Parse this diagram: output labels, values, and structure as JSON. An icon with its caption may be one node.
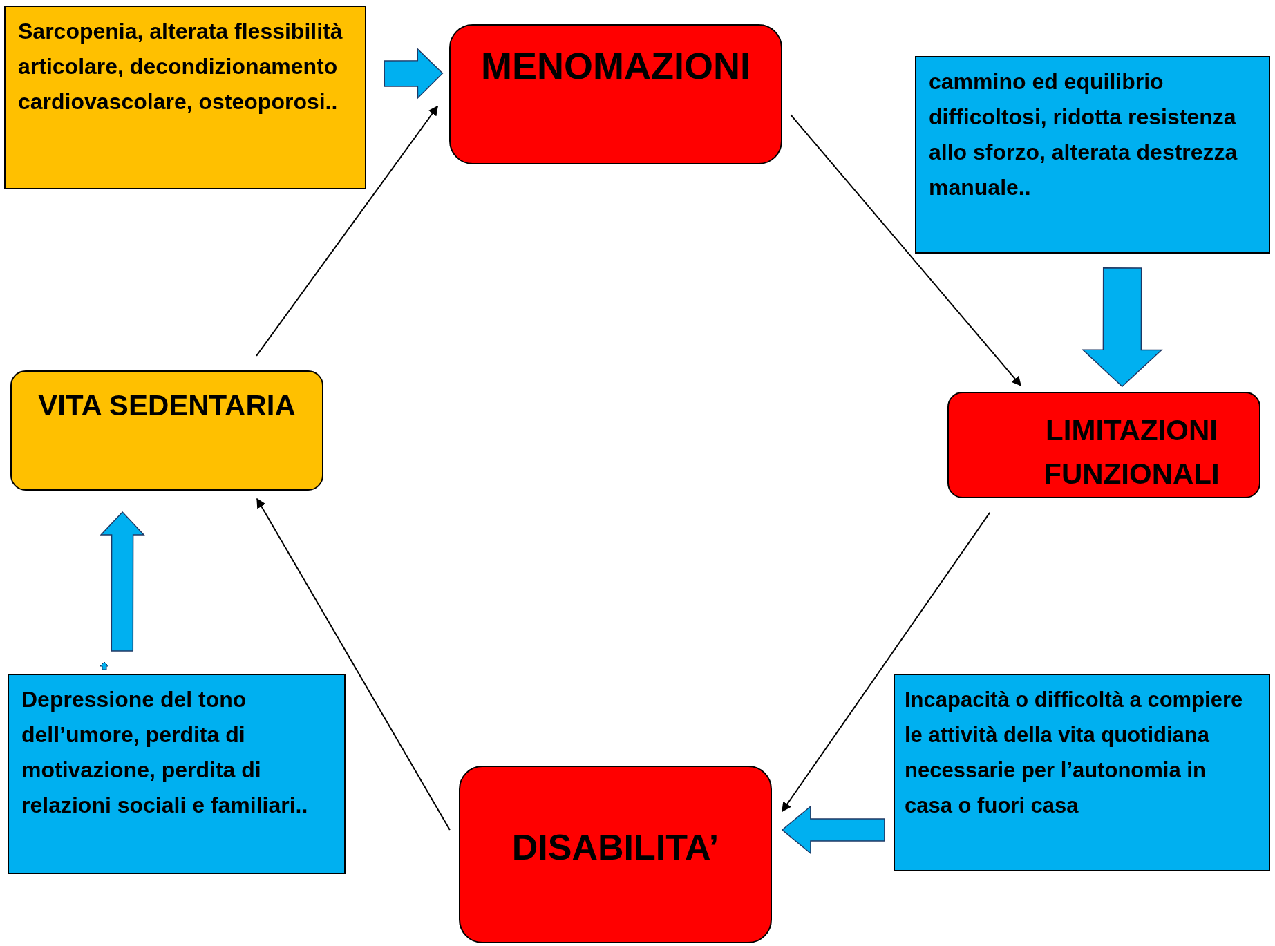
{
  "diagram": {
    "nodes": [
      {
        "text": [
          "Sarcopenia,  alterata flessibilità articolare, decondizionamento cardiovascolare, osteoporosi.."
        ]
      },
      {
        "text": [
          "MENOMAZIONI"
        ]
      },
      {
        "text": [
          "cammino ed equilibrio difficoltosi, ridotta resistenza allo sforzo, alterata destrezza manuale.."
        ]
      },
      {
        "text": [
          "LIMITAZIONI FUNZIONALI"
        ]
      },
      {
        "text": [
          "Incapacità o difficoltà a compiere le attività della vita quotidiana necessarie per l’autonomia in casa o fuori casa"
        ]
      },
      {
        "text": [
          "DISABILITA’"
        ]
      },
      {
        "text": [
          "Depressione del tono dell’umore, perdita di motivazione, perdita di relazioni sociali e familiari.."
        ]
      },
      {
        "text": [
          "VITA SEDENTARIA"
        ]
      }
    ],
    "edges": [
      {
        "from": 0,
        "to": 1,
        "arrow": "to",
        "style": "thick",
        "color": "#00b0f0"
      },
      {
        "from": 1,
        "to": 3,
        "arrow": "to"
      },
      {
        "from": 2,
        "to": 3,
        "arrow": "to",
        "style": "thick",
        "color": "#00b0f0"
      },
      {
        "from": 3,
        "to": 5,
        "arrow": "to"
      },
      {
        "from": 4,
        "to": 5,
        "arrow": "to",
        "style": "thick",
        "color": "#00b0f0"
      },
      {
        "from": 5,
        "to": 7,
        "arrow": "to"
      },
      {
        "from": 6,
        "to": 7,
        "arrow": "to",
        "style": "thick",
        "color": "#00b0f0"
      },
      {
        "from": 7,
        "to": 1,
        "arrow": "to"
      }
    ]
  }
}
